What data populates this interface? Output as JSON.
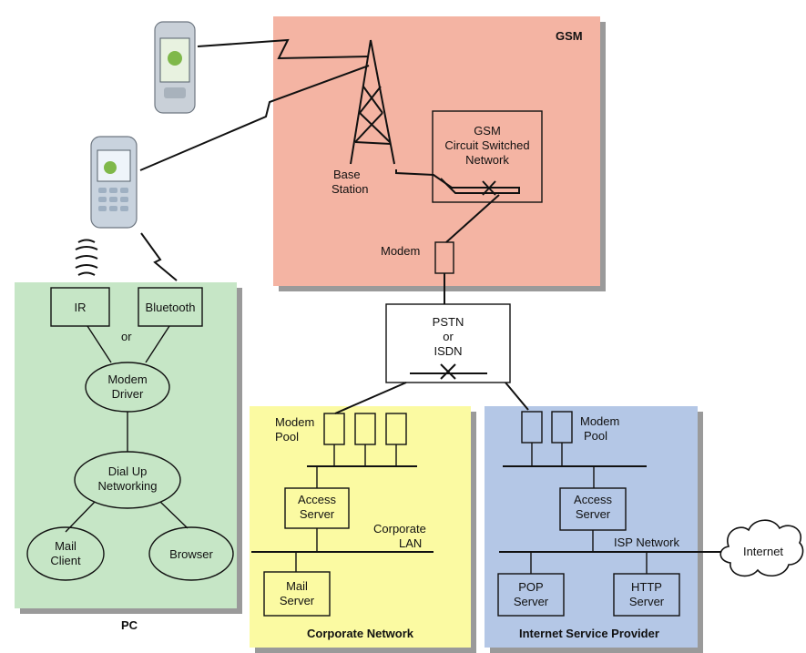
{
  "colors": {
    "gsm_region": "#f4b4a3",
    "pc_region": "#c6e6c6",
    "corporate_region": "#fbfaa2",
    "isp_region": "#b4c7e6",
    "shadow": "#9a9a9a"
  },
  "regions": {
    "gsm": "GSM",
    "pc": "PC",
    "corporate": "Corporate Network",
    "isp": "Internet Service Provider"
  },
  "gsm": {
    "base_station_line1": "Base",
    "base_station_line2": "Station",
    "circuit_line1": "GSM",
    "circuit_line2": "Circuit Switched",
    "circuit_line3": "Network",
    "modem": "Modem"
  },
  "pstn": {
    "line1": "PSTN",
    "line2": "or",
    "line3": "ISDN"
  },
  "pc": {
    "ir": "IR",
    "bluetooth": "Bluetooth",
    "or": "or",
    "modem_driver_line1": "Modem",
    "modem_driver_line2": "Driver",
    "dialup_line1": "Dial Up",
    "dialup_line2": "Networking",
    "mail_client_line1": "Mail",
    "mail_client_line2": "Client",
    "browser": "Browser"
  },
  "corporate": {
    "modem_pool_line1": "Modem",
    "modem_pool_line2": "Pool",
    "access_server_line1": "Access",
    "access_server_line2": "Server",
    "lan_line1": "Corporate",
    "lan_line2": "LAN",
    "mail_server_line1": "Mail",
    "mail_server_line2": "Server"
  },
  "isp": {
    "modem_pool_line1": "Modem",
    "modem_pool_line2": "Pool",
    "access_server_line1": "Access",
    "access_server_line2": "Server",
    "network": "ISP Network",
    "pop_server_line1": "POP",
    "pop_server_line2": "Server",
    "http_server_line1": "HTTP",
    "http_server_line2": "Server"
  },
  "internet": "Internet"
}
